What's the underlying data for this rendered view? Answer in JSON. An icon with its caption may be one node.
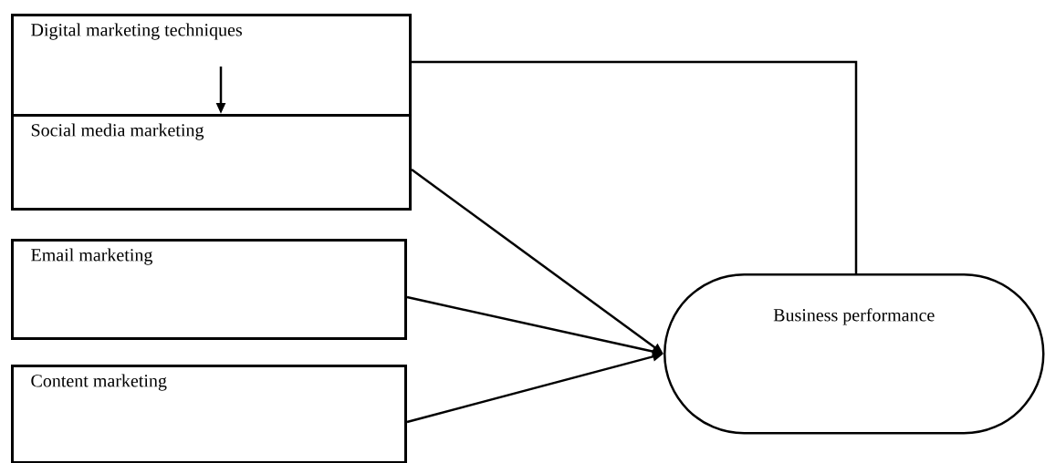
{
  "diagram": {
    "nodes": [
      {
        "text": [
          "Digital marketing techniques"
        ]
      },
      {
        "text": [
          "Social media marketing"
        ]
      },
      {
        "text": [
          "Email marketing"
        ]
      },
      {
        "text": [
          "Content marketing"
        ]
      },
      {
        "text": [
          "Business performance"
        ]
      }
    ],
    "edges": [
      {
        "from": 0,
        "to": 4,
        "arrow": "none"
      },
      {
        "from": 0,
        "to": 1,
        "arrow": "to"
      },
      {
        "from": 1,
        "to": 4,
        "arrow": "to"
      },
      {
        "from": 2,
        "to": 4,
        "arrow": "to"
      },
      {
        "from": 3,
        "to": 4,
        "arrow": "to"
      }
    ]
  }
}
